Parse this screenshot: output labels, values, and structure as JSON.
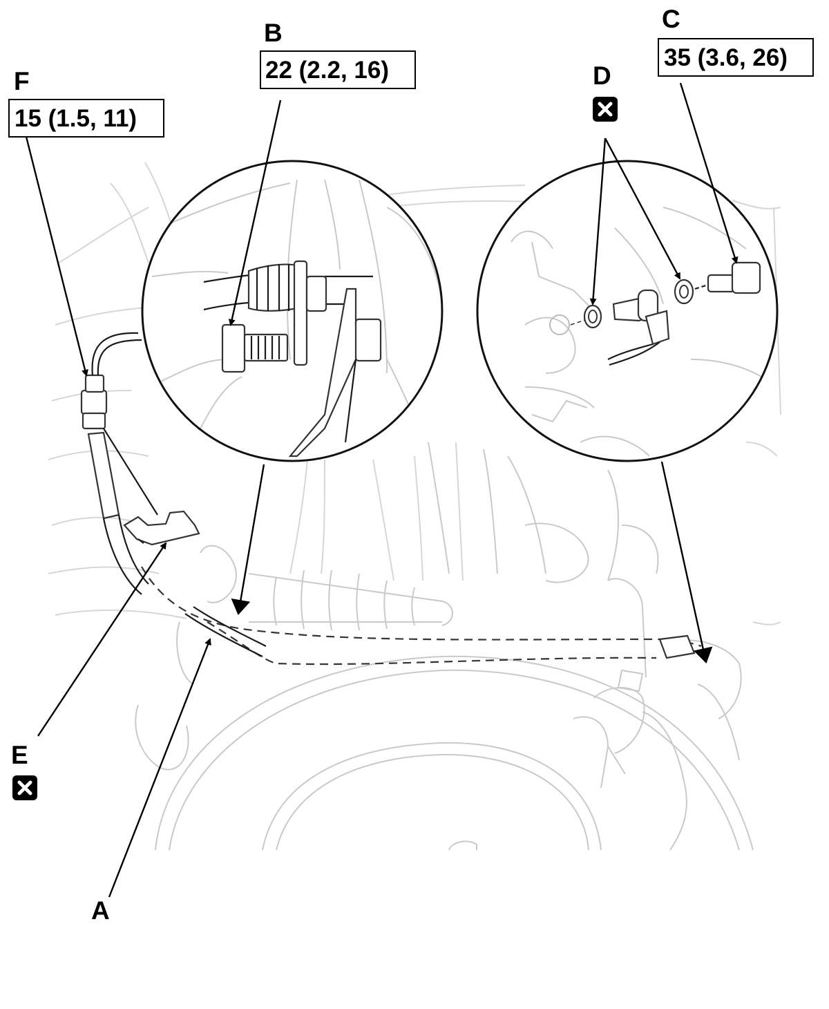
{
  "callouts": {
    "A": {
      "letter": "A"
    },
    "B": {
      "letter": "B",
      "torque": "22 (2.2, 16)"
    },
    "C": {
      "letter": "C",
      "torque": "35 (3.6, 26)"
    },
    "D": {
      "letter": "D",
      "icon": "replace-part-icon"
    },
    "E": {
      "letter": "E",
      "icon": "replace-part-icon"
    },
    "F": {
      "letter": "F",
      "torque": "15 (1.5, 11)"
    }
  },
  "colors": {
    "ink": "#000000",
    "background_linework": "#c9c9c9",
    "paper": "#ffffff"
  }
}
